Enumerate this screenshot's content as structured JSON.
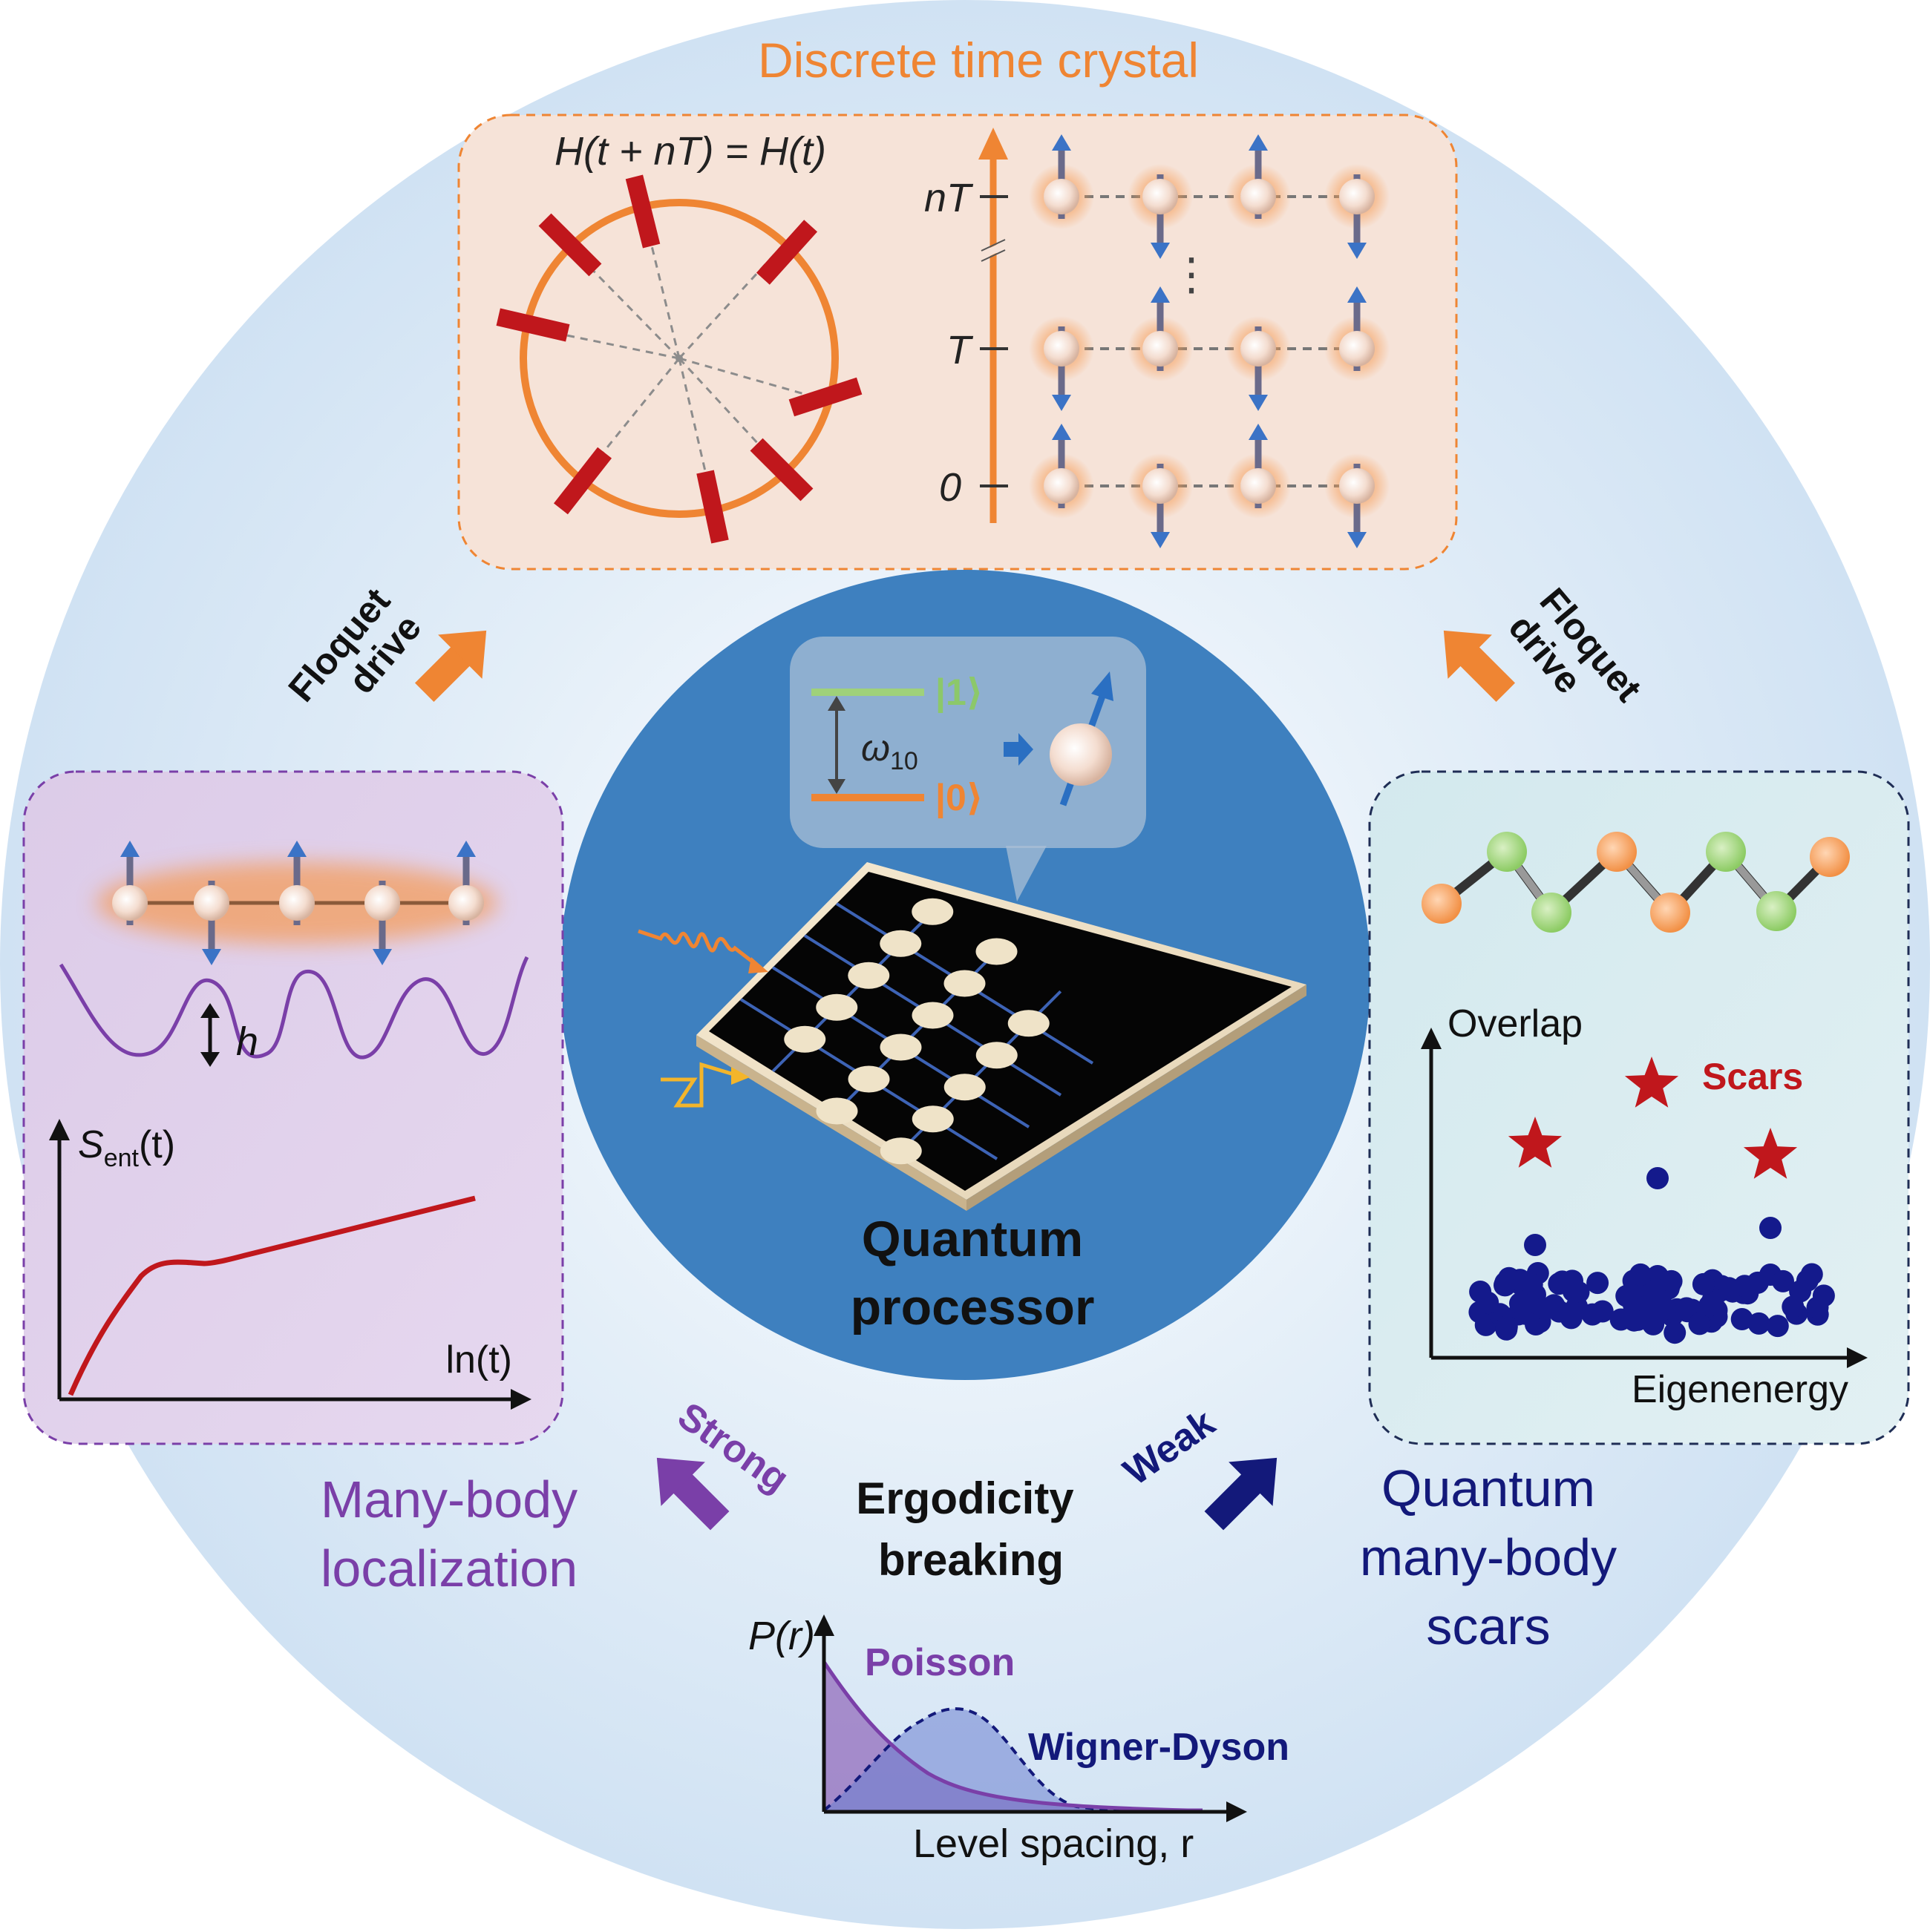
{
  "colors": {
    "orange": "#ef8533",
    "purple": "#7a3fa8",
    "navy": "#13197a",
    "red": "#c0171c",
    "blue_arrow": "#3b73c6",
    "processor_blue": "#3e80bf",
    "green": "#9fd17a"
  },
  "top_panel": {
    "title": "Discrete time crystal",
    "equation": "H(t + nT) = H(t)",
    "time_labels": {
      "nT": "nT",
      "T": "T",
      "zero": "0"
    },
    "vertical_dots": "⋮"
  },
  "floquet": {
    "left_line1": "Floquet",
    "left_line2": "drive",
    "right_line1": "Floquet",
    "right_line2": "drive"
  },
  "processor": {
    "level1": "|1⟩",
    "level0": "|0⟩",
    "omega": "ω",
    "omega_sub": "10",
    "label_line1": "Quantum",
    "label_line2": "processor"
  },
  "mbl_panel": {
    "h_label": "h",
    "y_label_S": "S",
    "y_label_sub": "ent",
    "y_label_t": "(t)",
    "x_label": "ln(t)",
    "title_line1": "Many-body",
    "title_line2": "localization"
  },
  "scars_panel": {
    "y_label": "Overlap",
    "x_label": "Eigenenergy",
    "scars_label": "Scars",
    "title_line1": "Quantum",
    "title_line2": "many-body",
    "title_line3": "scars"
  },
  "ergodicity": {
    "strong": "Strong",
    "weak": "Weak",
    "line1": "Ergodicity",
    "line2": "breaking"
  },
  "level_stats": {
    "y_label": "P(r)",
    "poisson": "Poisson",
    "wigner": "Wigner-Dyson",
    "x_label": "Level spacing, r"
  }
}
